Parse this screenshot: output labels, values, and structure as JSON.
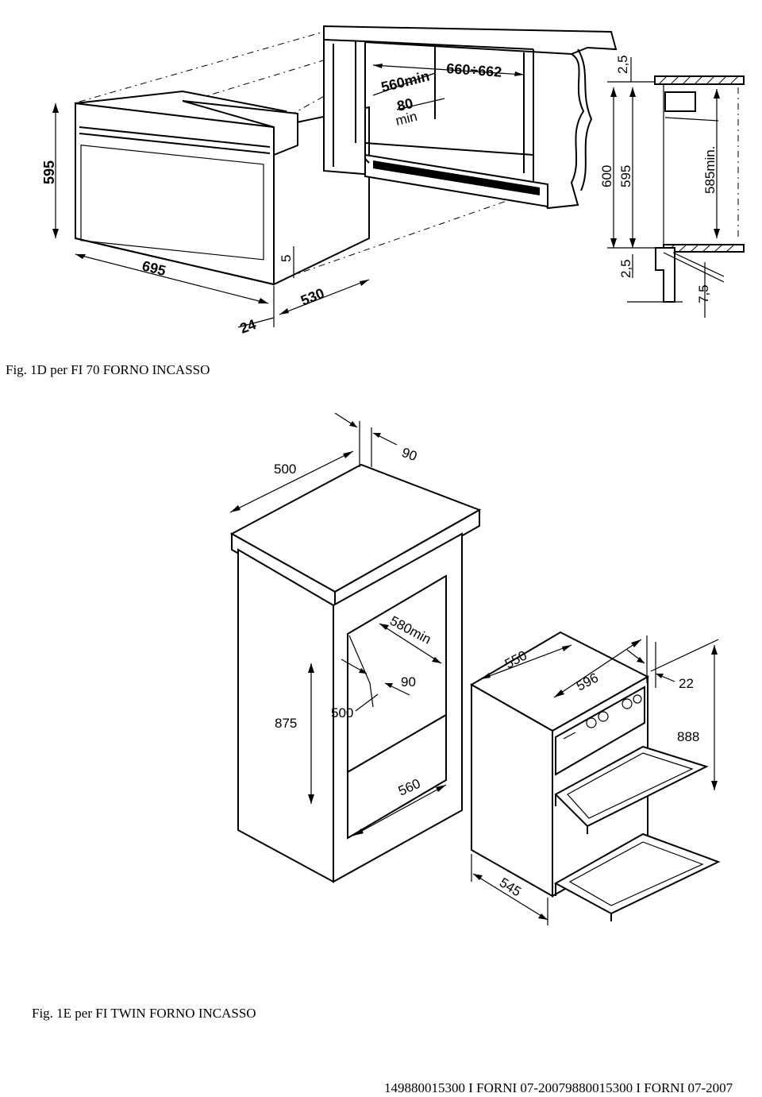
{
  "fig1d": {
    "caption": "Fig. 1D  per  FI 70  FORNO INCASSO",
    "dims": {
      "d595_left": "595",
      "d695": "695",
      "d5": "5",
      "d530": "530",
      "d24": "24",
      "d560min": "560min",
      "d660_662": "660÷662",
      "d80": "80",
      "dmin": "min",
      "d25_top": "2,5",
      "d600": "600",
      "d595_side": "595",
      "d585min": "585min.",
      "d25_bottom": "2,5",
      "d75": "7,5"
    }
  },
  "fig1e": {
    "caption": "Fig. 1E  per  FI TWIN  FORNO INCASSO",
    "dims": {
      "d500_top": "500",
      "d90_top": "90",
      "d580min": "580min",
      "d90_mid": "90",
      "d500_mid": "500",
      "d875": "875",
      "d560": "560",
      "d550": "550",
      "d596": "596",
      "d22": "22",
      "d888": "888",
      "d545": "545"
    }
  },
  "footer": "149880015300 I FORNI 07-20079880015300 I FORNI 07-2007"
}
